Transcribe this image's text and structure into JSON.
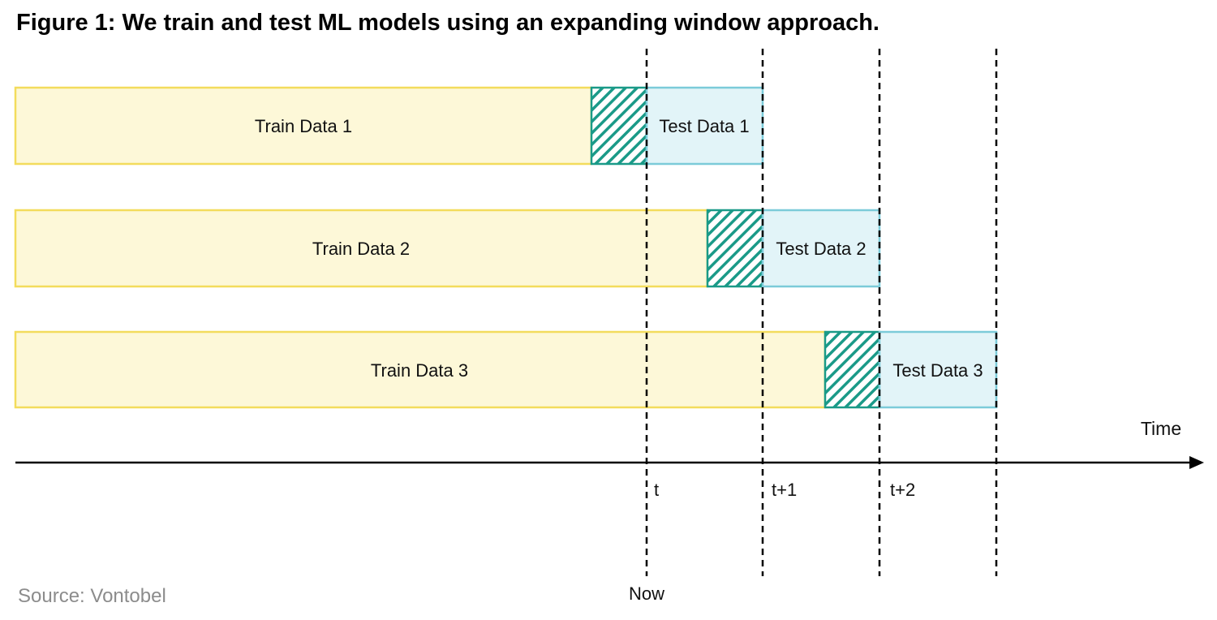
{
  "title": "Figure 1: We train and test ML models using an expanding window approach.",
  "rows": [
    {
      "train_label": "Train Data 1",
      "test_label": "Test Data 1"
    },
    {
      "train_label": "Train Data 2",
      "test_label": "Test Data 2"
    },
    {
      "train_label": "Train Data 3",
      "test_label": "Test Data 3"
    }
  ],
  "axis": {
    "label": "Time",
    "ticks": [
      "t",
      "t+1",
      "t+2"
    ],
    "now_label": "Now"
  },
  "source": "Source: Vontobel",
  "colors": {
    "train_fill": "#fdf8d8",
    "train_stroke": "#f3dc5c",
    "test_fill": "#e2f4f8",
    "test_stroke": "#7ccbd9",
    "gap_stroke": "#1a9a88"
  }
}
